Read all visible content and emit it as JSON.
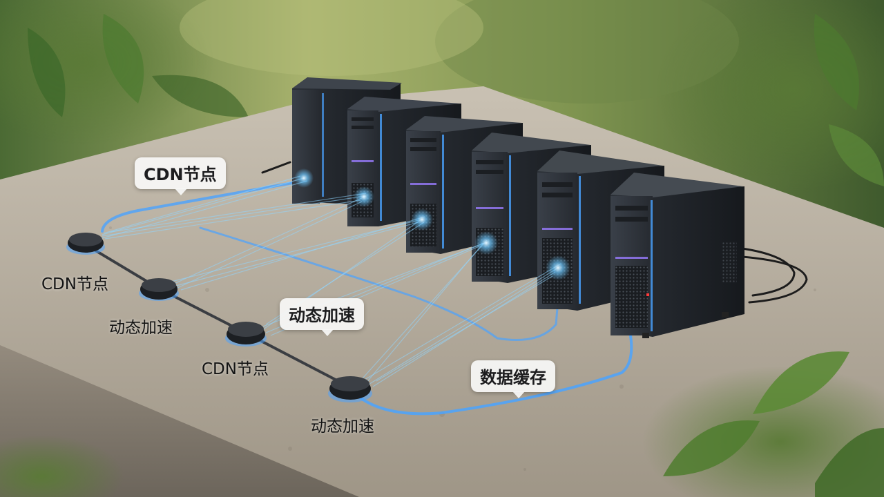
{
  "callouts": {
    "cdn_node": "CDN节点",
    "dynamic_acceleration": "动态加速",
    "data_cache": "数据缓存"
  },
  "node_labels": [
    "CDN节点",
    "动态加速",
    "CDN节点",
    "动态加速"
  ],
  "colors": {
    "glow": "#6ec8ff",
    "cable": "#4aa3ff",
    "server_body": "#2c3138",
    "stone": "#b3aa9c",
    "foliage": "#5f7a3e"
  }
}
